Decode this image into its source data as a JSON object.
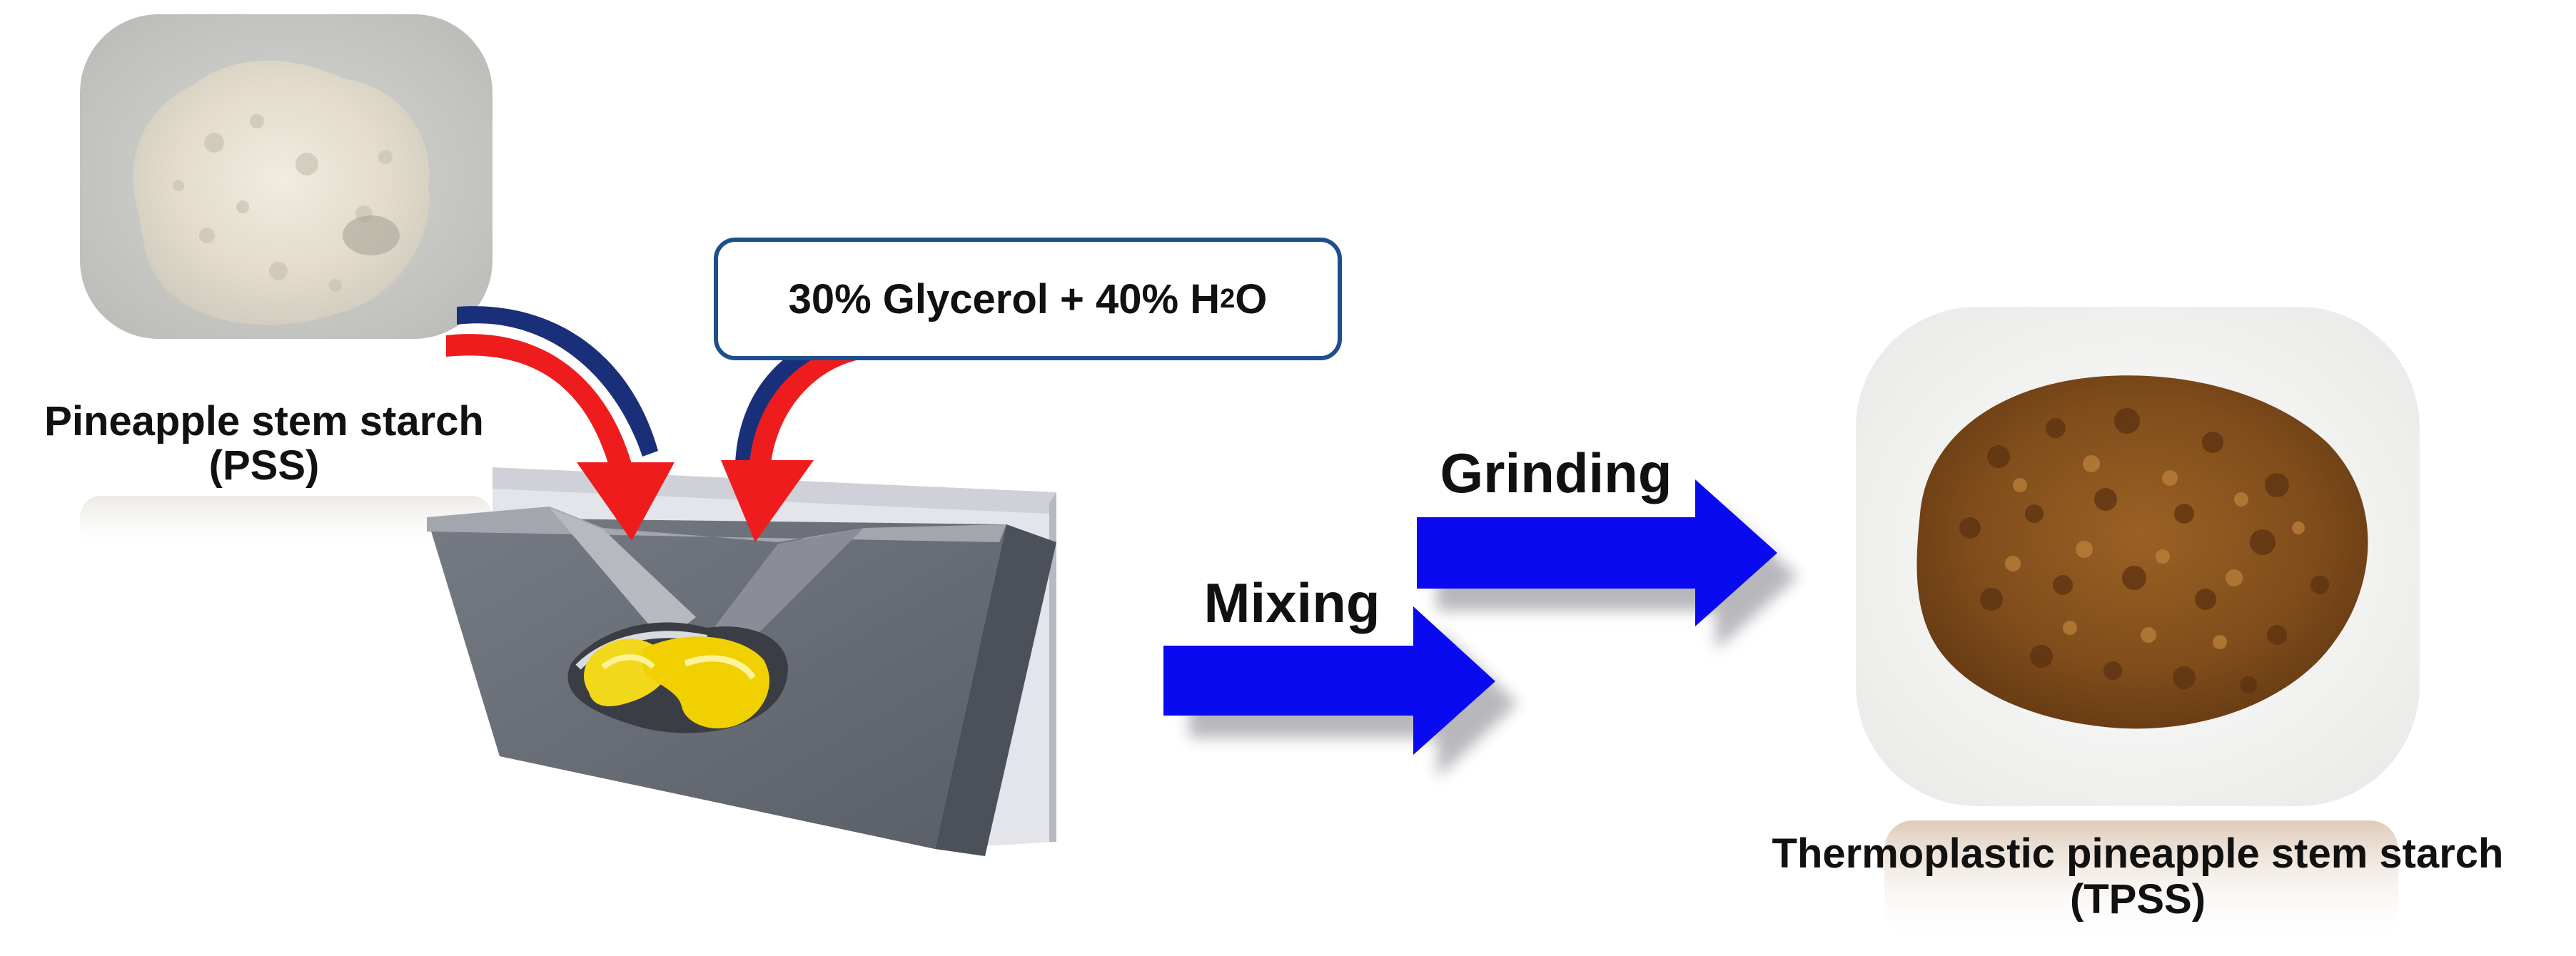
{
  "inputs": {
    "powder_label_line1": "Pineapple stem starch",
    "powder_label_line2": "(PSS)",
    "reagent_prefix": "30% Glycerol + 40% H",
    "reagent_subscript": "2",
    "reagent_suffix": "O"
  },
  "steps": {
    "mixing_label": "Mixing",
    "grinding_label": "Grinding"
  },
  "output": {
    "product_label_line1": "Thermoplastic pineapple stem starch",
    "product_label_line2": "(TPSS)"
  },
  "colors": {
    "process_arrow": "#0a0af0",
    "feed_arrow": "#ee1c1c",
    "feed_arrow_shadow": "#1a2f7a",
    "reagent_border": "#1f4e8c",
    "mixer_body": "#6b6f78",
    "rotor": "#f2d81a",
    "starch_powder": "#e8e2d2",
    "tpss_granules": "#8a5420"
  }
}
